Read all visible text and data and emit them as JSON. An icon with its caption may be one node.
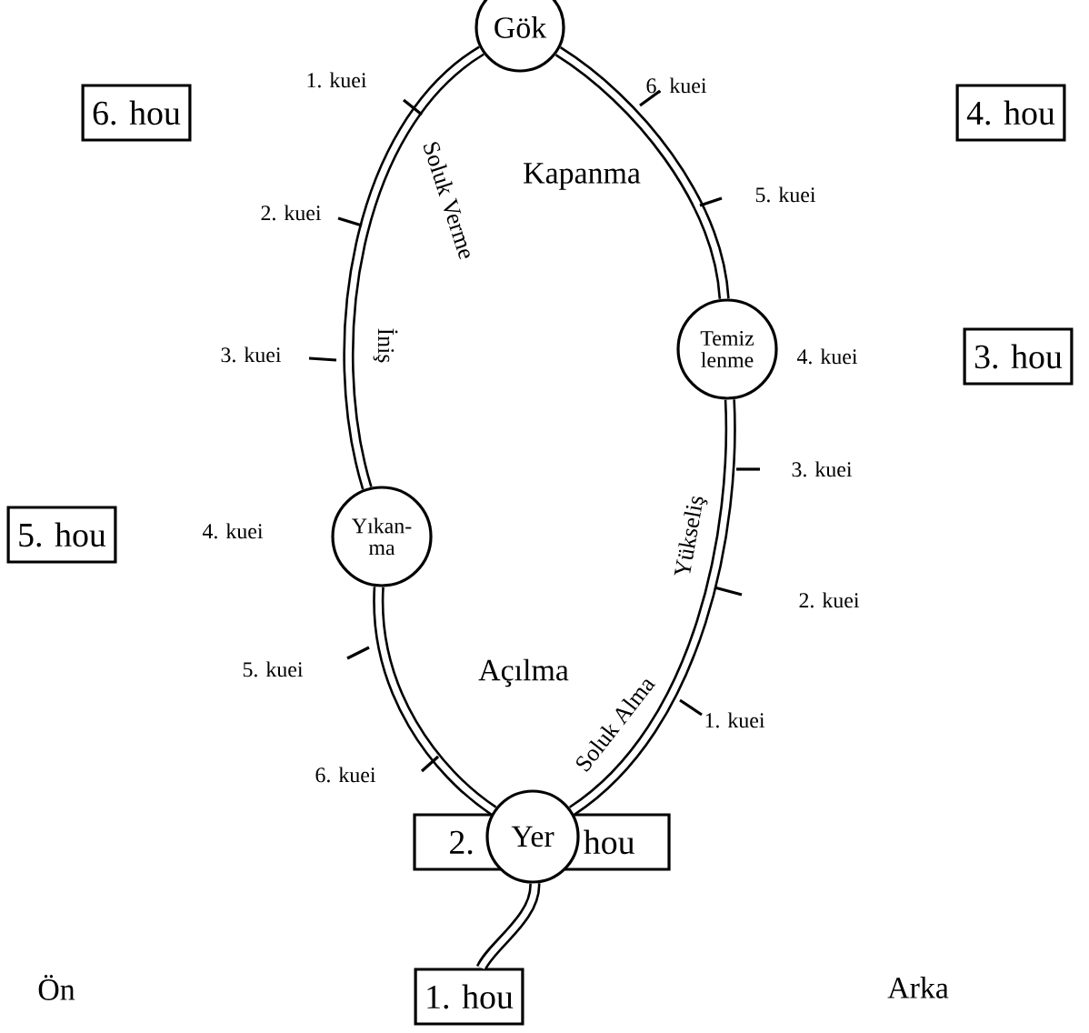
{
  "diagram": {
    "nodes": [
      {
        "text": [
          "6. hou"
        ]
      },
      {
        "text": [
          "Gök"
        ]
      },
      {
        "text": [
          "4. hou"
        ]
      },
      {
        "text": [
          "Temiz lenme"
        ]
      },
      {
        "text": [
          "3. hou"
        ]
      },
      {
        "text": [
          "5. hou"
        ]
      },
      {
        "text": [
          "Yıkan- ma"
        ]
      },
      {
        "text": [
          "Yer"
        ]
      },
      {
        "text": [
          "2.",
          "hou"
        ]
      },
      {
        "text": [
          "1. hou"
        ]
      }
    ],
    "edges": [
      {
        "from": 1,
        "to": 3,
        "arrow": "none"
      },
      {
        "from": 3,
        "to": 7,
        "arrow": "none"
      },
      {
        "from": 7,
        "to": 6,
        "arrow": "none"
      },
      {
        "from": 6,
        "to": 1,
        "arrow": "none"
      },
      {
        "from": 7,
        "to": 9,
        "arrow": "none"
      }
    ],
    "labels": [
      "1. kuei",
      "6. kuei",
      "Kapanma",
      "Soluk Verme",
      "5. kuei",
      "2. kuei",
      "İniş",
      "3. kuei",
      "4. kuei",
      "4. kuei",
      "3. kuei",
      "Yükseliş",
      "2. kuei",
      "Açılma",
      "5. kuei",
      "Soluk Alma",
      "1. kuei",
      "6. kuei",
      "Ön",
      "Arka"
    ]
  }
}
